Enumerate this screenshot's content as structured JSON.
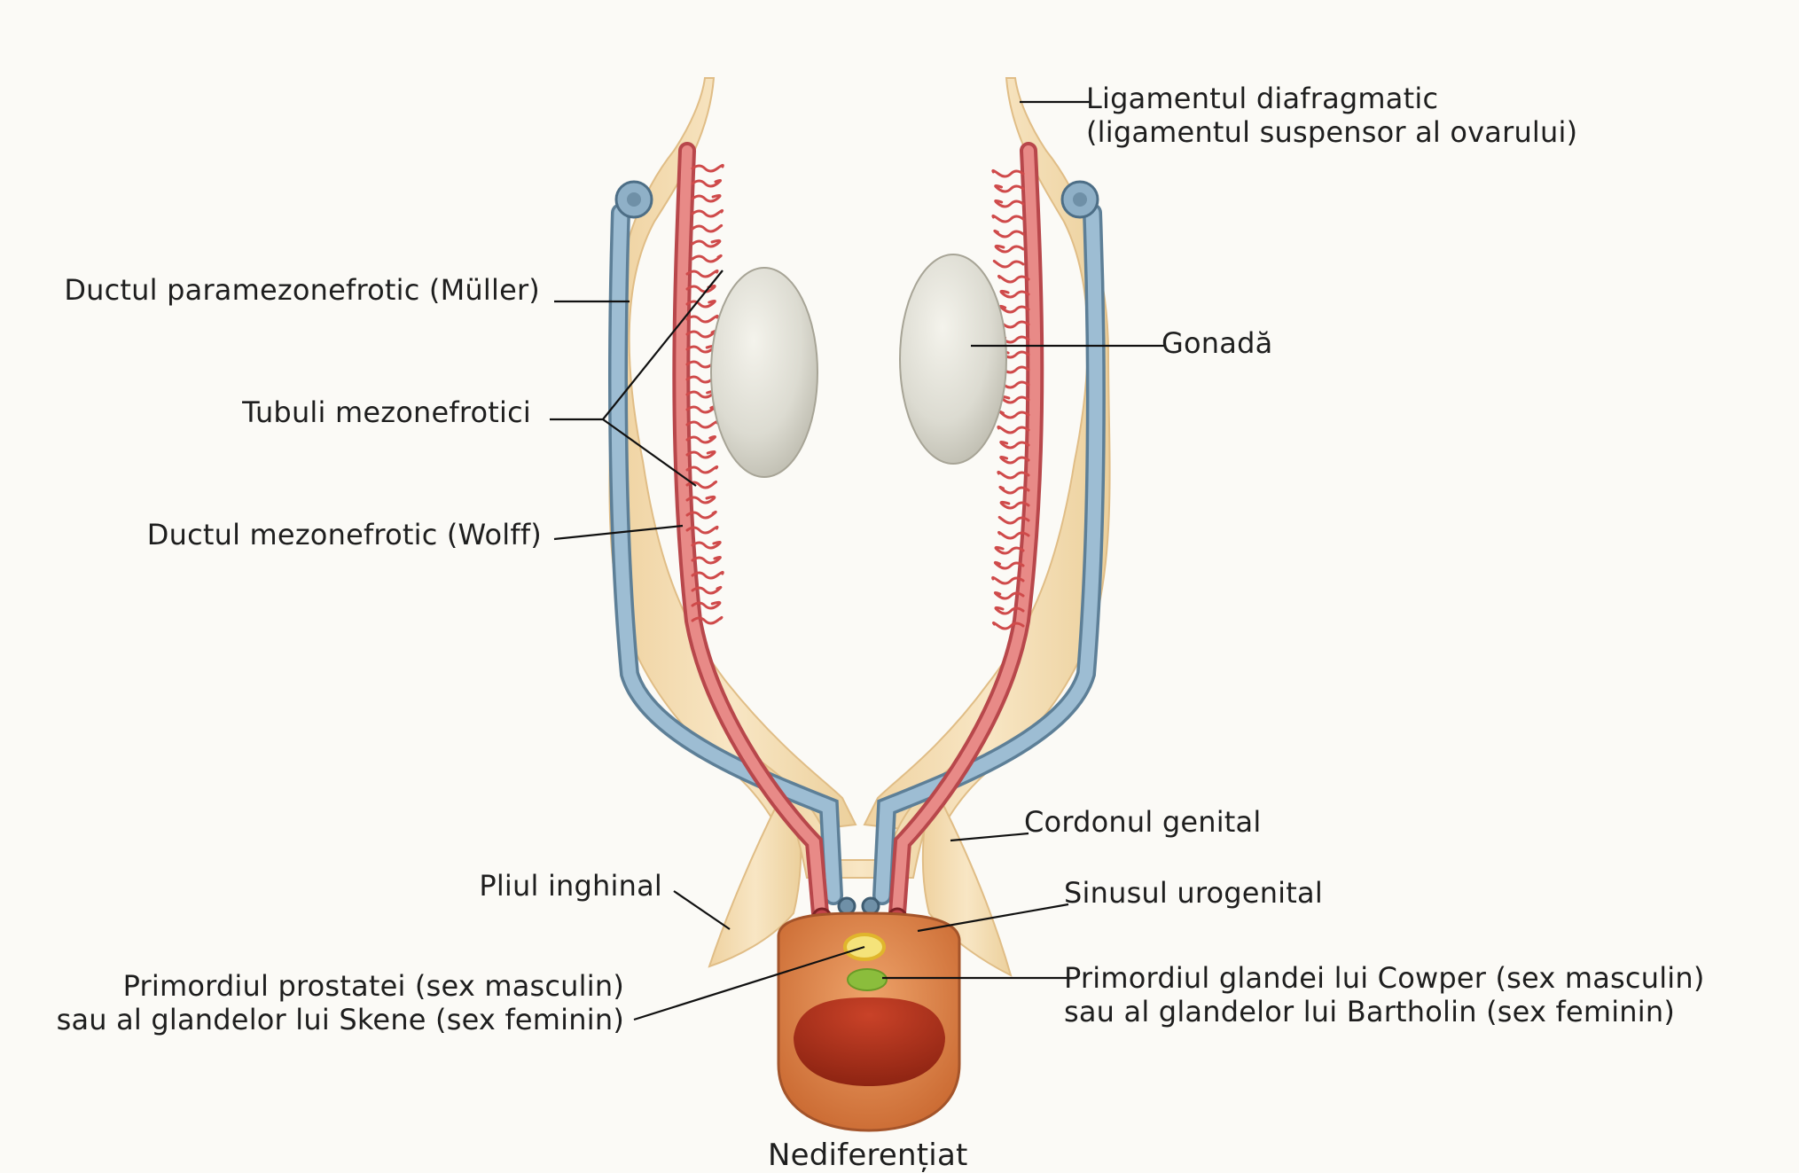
{
  "labels": {
    "ligament": [
      "Ligamentul diafragmatic",
      "(ligamentul suspensor al ovarului)"
    ],
    "muller": "Ductul paramezonefrotic (Müller)",
    "tubuli": "Tubuli mezonefrotici",
    "wolff": "Ductul mezonefrotic (Wolff)",
    "gonada": "Gonadă",
    "cordon": "Cordonul genital",
    "pliul": "Pliul inghinal",
    "sinus": "Sinusul urogenital",
    "prostata": [
      "Primordiul prostatei (sex masculin)",
      "sau al glandelor lui Skene (sex feminin)"
    ],
    "cowper": [
      "Primordiul glandei lui Cowper (sex masculin)",
      "sau al glandelor lui Bartholin (sex feminin)"
    ],
    "caption": "Nediferențiat"
  },
  "colors": {
    "background": "#fbfaf6",
    "mesentery": "#f3dcaf",
    "paramesonephric_duct": "#8fb0c7",
    "mesonephric_duct": "#dc6a6a",
    "gonad": "#dcdcd2",
    "urogenital_sinus": "#dd8a4c",
    "lumen": "#b5381f",
    "prostate_primordium": "#f2d23a",
    "cowper_primordium": "#8bbd3c",
    "leader_line": "#111111"
  }
}
